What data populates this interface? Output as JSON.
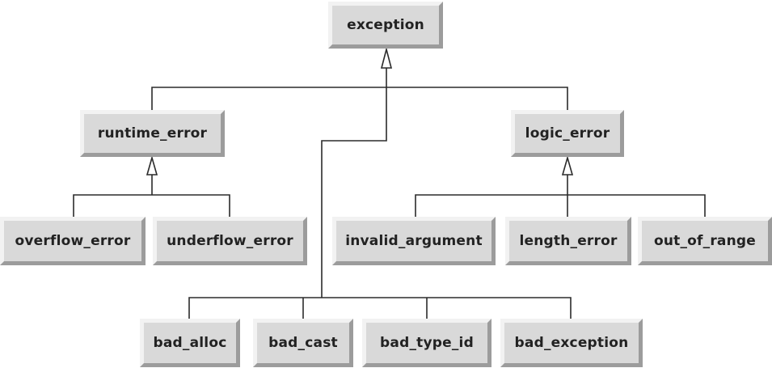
{
  "diagram": {
    "nodes": {
      "exception": "exception",
      "runtime_error": "runtime_error",
      "logic_error": "logic_error",
      "overflow_error": "overflow_error",
      "underflow_error": "underflow_error",
      "invalid_argument": "invalid_argument",
      "length_error": "length_error",
      "out_of_range": "out_of_range",
      "bad_alloc": "bad_alloc",
      "bad_cast": "bad_cast",
      "bad_type_id": "bad_type_id",
      "bad_exception": "bad_exception"
    },
    "edges": [
      {
        "from": "runtime_error",
        "to": "exception"
      },
      {
        "from": "logic_error",
        "to": "exception"
      },
      {
        "from": "bad_alloc",
        "to": "exception"
      },
      {
        "from": "bad_cast",
        "to": "exception"
      },
      {
        "from": "bad_type_id",
        "to": "exception"
      },
      {
        "from": "bad_exception",
        "to": "exception"
      },
      {
        "from": "overflow_error",
        "to": "runtime_error"
      },
      {
        "from": "underflow_error",
        "to": "runtime_error"
      },
      {
        "from": "invalid_argument",
        "to": "logic_error"
      },
      {
        "from": "length_error",
        "to": "logic_error"
      },
      {
        "from": "out_of_range",
        "to": "logic_error"
      }
    ],
    "colors": {
      "box_fill": "#d9d9d9",
      "line": "#2b2b2b",
      "text": "#222222"
    }
  }
}
